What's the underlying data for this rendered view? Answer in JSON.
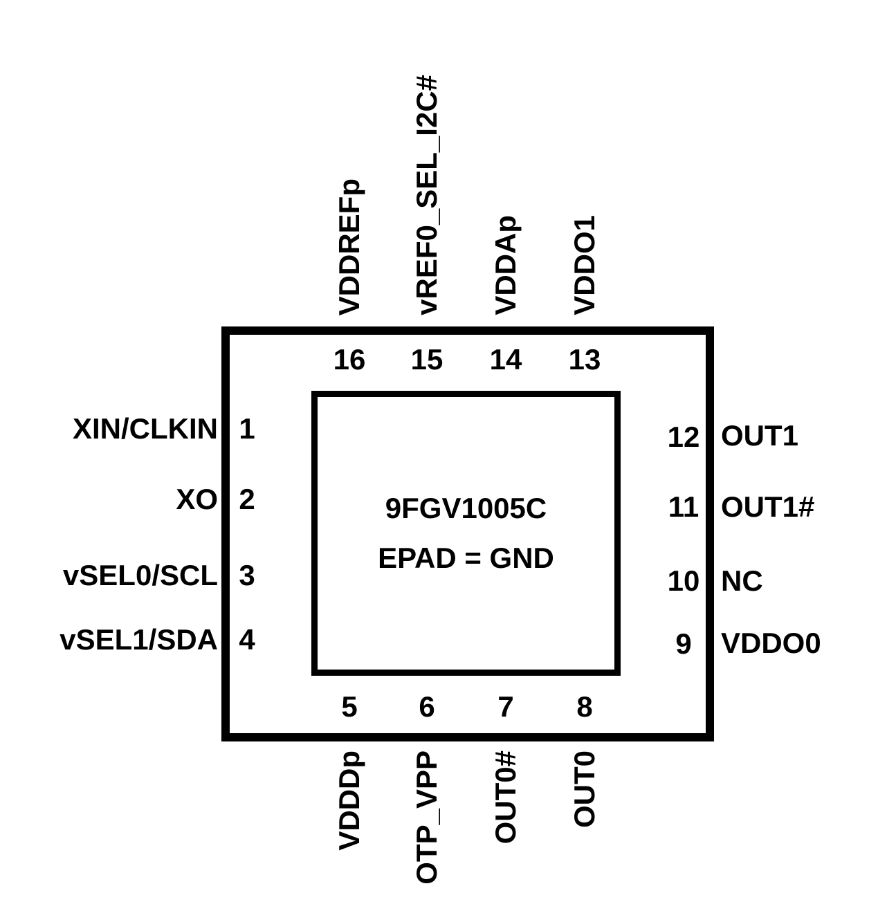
{
  "chip": {
    "part_number": "9FGV1005C",
    "epad_label": "EPAD = GND"
  },
  "pins": {
    "top": [
      {
        "number": "16",
        "label": "VDDREFp"
      },
      {
        "number": "15",
        "label": "vREF0_SEL_I2C#"
      },
      {
        "number": "14",
        "label": "VDDAp"
      },
      {
        "number": "13",
        "label": "VDDO1"
      }
    ],
    "left": [
      {
        "number": "1",
        "label": "XIN/CLKIN"
      },
      {
        "number": "2",
        "label": "XO"
      },
      {
        "number": "3",
        "label": "vSEL0/SCL"
      },
      {
        "number": "4",
        "label": "vSEL1/SDA"
      }
    ],
    "right": [
      {
        "number": "12",
        "label": "OUT1"
      },
      {
        "number": "11",
        "label": "OUT1#"
      },
      {
        "number": "10",
        "label": "NC"
      },
      {
        "number": "9",
        "label": "VDDO0"
      }
    ],
    "bottom": [
      {
        "number": "5",
        "label": "VDDDp"
      },
      {
        "number": "6",
        "label": "OTP_VPP"
      },
      {
        "number": "7",
        "label": "OUT0#"
      },
      {
        "number": "8",
        "label": "OUT0"
      }
    ]
  },
  "colors": {
    "line": "#000000",
    "text": "#000000",
    "background": "#ffffff"
  }
}
